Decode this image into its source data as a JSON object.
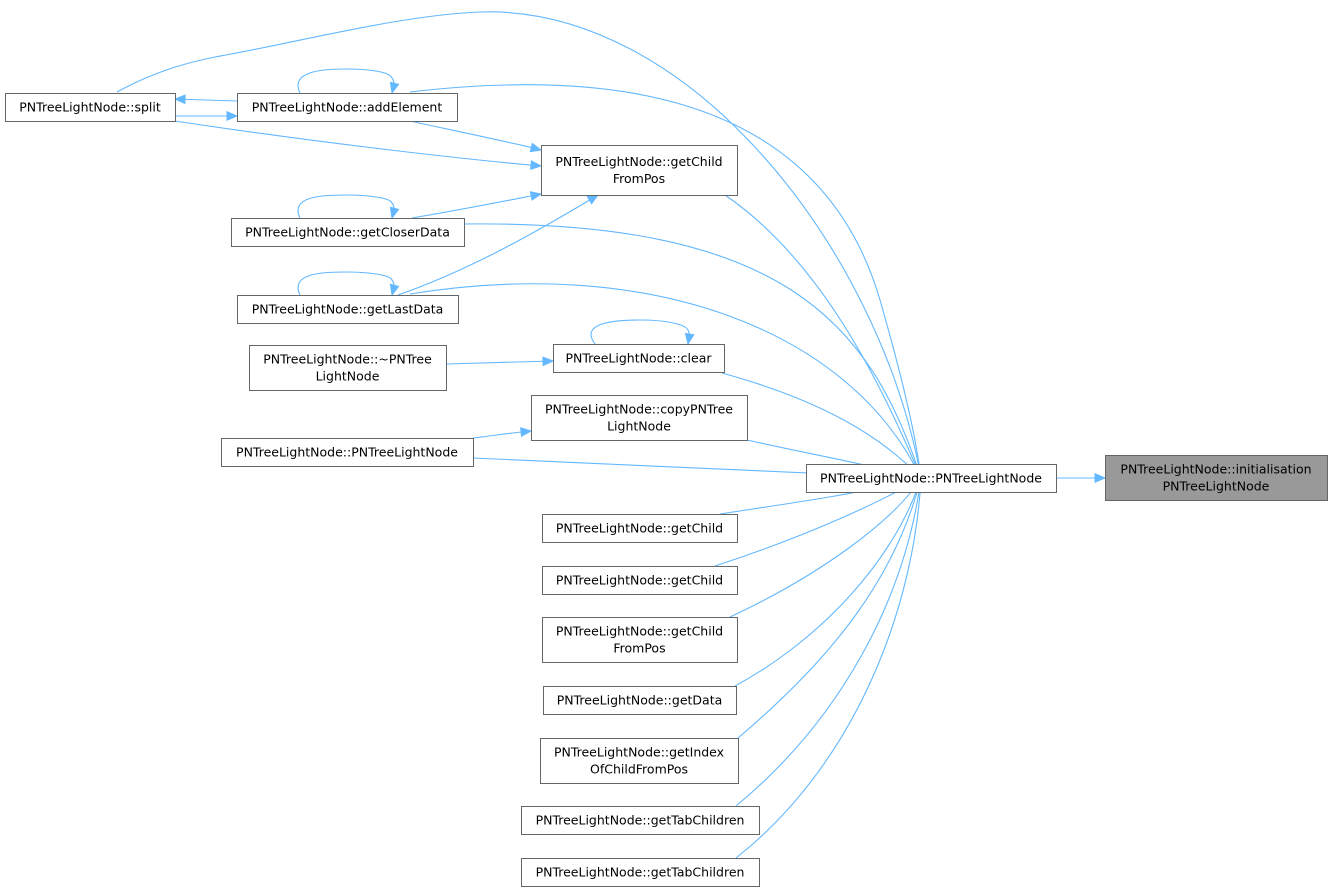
{
  "diagram": {
    "title": "",
    "colors": {
      "edge": "#63b8ff",
      "node_border": "#666666",
      "node_fill": "#ffffff",
      "root_fill": "#999999",
      "text": "#000000"
    },
    "nodes": {
      "split": [
        "PNTreeLightNode::split"
      ],
      "addElement": [
        "PNTreeLightNode::addElement"
      ],
      "getChildFromPos1": [
        "PNTreeLightNode::getChild",
        "FromPos"
      ],
      "getCloserData": [
        "PNTreeLightNode::getCloserData"
      ],
      "getLastData": [
        "PNTreeLightNode::getLastData"
      ],
      "destructor": [
        "PNTreeLightNode::~PNTree",
        "LightNode"
      ],
      "clear": [
        "PNTreeLightNode::clear"
      ],
      "copyPNTreeLightNode": [
        "PNTreeLightNode::copyPNTree",
        "LightNode"
      ],
      "ctorCaller": [
        "PNTreeLightNode::PNTreeLightNode"
      ],
      "ctor": [
        "PNTreeLightNode::PNTreeLightNode"
      ],
      "initialisation": [
        "PNTreeLightNode::initialisation",
        "PNTreeLightNode"
      ],
      "getChild1": [
        "PNTreeLightNode::getChild"
      ],
      "getChild2": [
        "PNTreeLightNode::getChild"
      ],
      "getChildFromPos2": [
        "PNTreeLightNode::getChild",
        "FromPos"
      ],
      "getData": [
        "PNTreeLightNode::getData"
      ],
      "getIndexOfChildFromPos": [
        "PNTreeLightNode::getIndex",
        "OfChildFromPos"
      ],
      "getTabChildren1": [
        "PNTreeLightNode::getTabChildren"
      ],
      "getTabChildren2": [
        "PNTreeLightNode::getTabChildren"
      ]
    },
    "edges": [
      [
        "ctor",
        "initialisation"
      ],
      [
        "split",
        "ctor"
      ],
      [
        "addElement",
        "ctor"
      ],
      [
        "getChildFromPos1",
        "ctor"
      ],
      [
        "getCloserData",
        "ctor"
      ],
      [
        "getLastData",
        "ctor"
      ],
      [
        "clear",
        "ctor"
      ],
      [
        "copyPNTreeLightNode",
        "ctor"
      ],
      [
        "ctorCaller",
        "ctor"
      ],
      [
        "getChild1",
        "ctor"
      ],
      [
        "getChild2",
        "ctor"
      ],
      [
        "getChildFromPos2",
        "ctor"
      ],
      [
        "getData",
        "ctor"
      ],
      [
        "getIndexOfChildFromPos",
        "ctor"
      ],
      [
        "getTabChildren1",
        "ctor"
      ],
      [
        "getTabChildren2",
        "ctor"
      ],
      [
        "addElement",
        "getChildFromPos1"
      ],
      [
        "split",
        "getChildFromPos1"
      ],
      [
        "getCloserData",
        "getChildFromPos1"
      ],
      [
        "getLastData",
        "getChildFromPos1"
      ],
      [
        "addElement",
        "split"
      ],
      [
        "split",
        "addElement"
      ],
      [
        "addElement",
        "addElement"
      ],
      [
        "getCloserData",
        "getCloserData"
      ],
      [
        "getLastData",
        "getLastData"
      ],
      [
        "clear",
        "clear"
      ],
      [
        "destructor",
        "clear"
      ],
      [
        "ctorCaller",
        "copyPNTreeLightNode"
      ]
    ]
  }
}
